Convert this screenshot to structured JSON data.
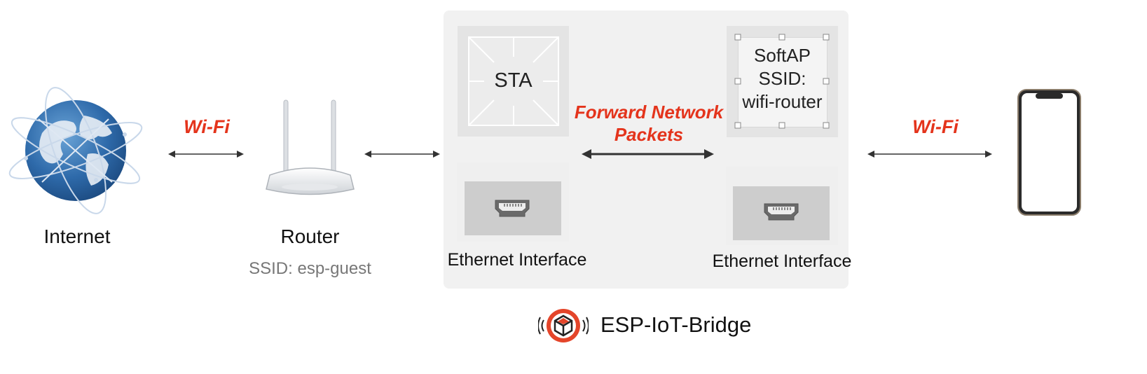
{
  "internet": {
    "label": "Internet",
    "icon": "globe-icon"
  },
  "router": {
    "label": "Router",
    "ssid": "SSID: esp-guest",
    "icon": "router-icon"
  },
  "links": {
    "left_wifi": "Wi-Fi",
    "right_wifi": "Wi-Fi",
    "forward": "Forward Network Packets"
  },
  "bridge": {
    "sta_label": "STA",
    "softap_label": "SoftAP",
    "softap_ssid_label": "SSID:",
    "softap_ssid": "wifi-router",
    "eth_left": "Ethernet Interface",
    "eth_right": "Ethernet Interface",
    "brand": "ESP-IoT-Bridge"
  },
  "colors": {
    "accent": "#e4341c",
    "panel": "#f1f1f1",
    "ssid_text": "#777777"
  }
}
